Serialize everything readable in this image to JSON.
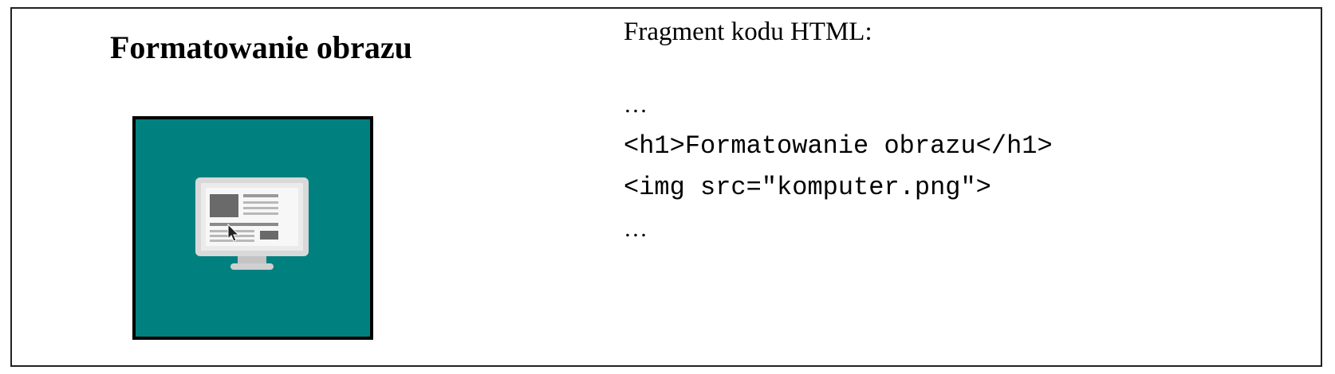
{
  "left_panel": {
    "title": "Formatowanie obrazu",
    "image": {
      "icon": "monitor-icon",
      "background_color": "#00807f"
    }
  },
  "right_panel": {
    "heading": "Fragment kodu HTML:",
    "code_lines": [
      "…",
      "<h1>Formatowanie obrazu</h1>",
      "<img src=\"komputer.png\">",
      "…"
    ]
  }
}
